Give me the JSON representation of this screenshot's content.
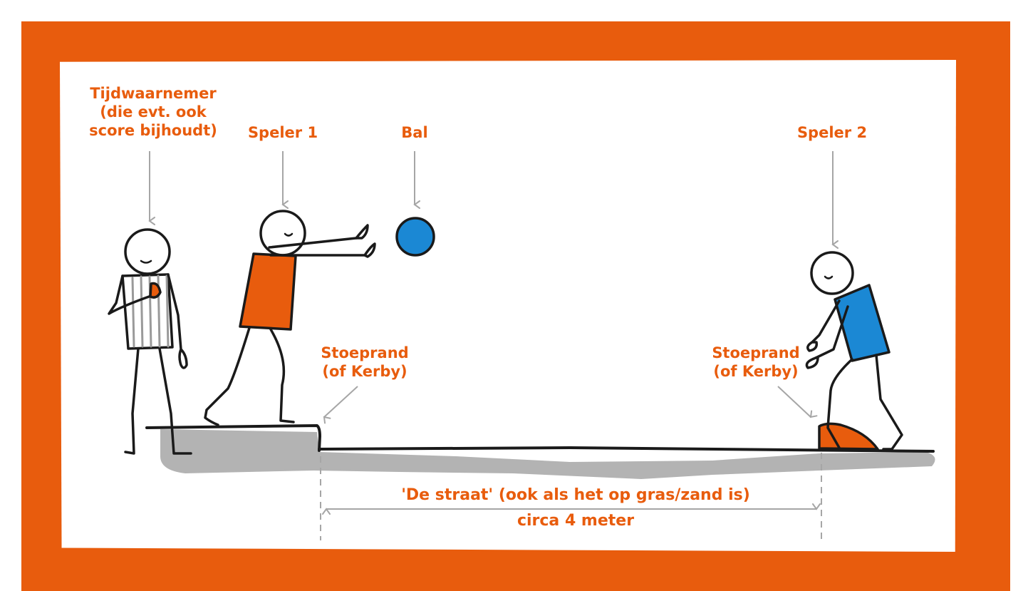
{
  "labels": {
    "timekeeper": [
      "Tijdwaarnemer",
      "(die evt. ook",
      "score bijhoudt)"
    ],
    "player1": "Speler 1",
    "ball": "Bal",
    "player2": "Speler 2",
    "curb_left": [
      "Stoeprand",
      "(of Kerby)"
    ],
    "curb_right": [
      "Stoeprand",
      "(of Kerby)"
    ],
    "street": "'De straat' (ook als het op gras/zand is)",
    "distance": "circa 4 meter"
  },
  "colors": {
    "frame": "#e85c0d",
    "accent_text": "#e85c0d",
    "player1_shirt": "#e85c0d",
    "player2_shirt": "#1b88d4",
    "ball": "#1b88d4",
    "ground": "#b3b3b3",
    "arrows": "#a6a6a6",
    "ink": "#1a1a1a"
  }
}
